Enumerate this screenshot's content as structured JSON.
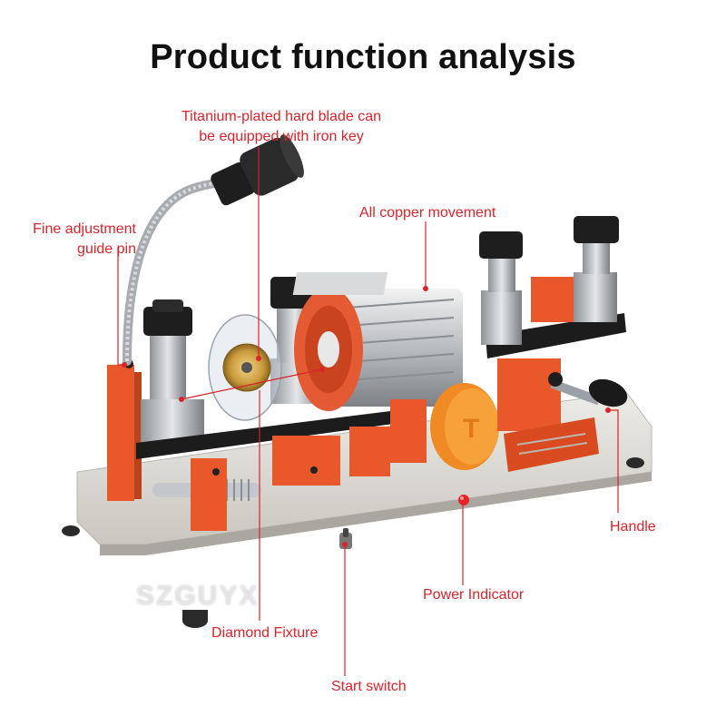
{
  "title": "Product function analysis",
  "callouts": {
    "blade_line1": "Titanium-plated hard blade can",
    "blade_line2": "be equipped with iron key",
    "guide_line1": "Fine adjustment",
    "guide_line2": "guide pin",
    "movement": "All copper movement",
    "handle": "Handle",
    "power_indicator": "Power Indicator",
    "diamond_fixture": "Diamond Fixture",
    "start_switch": "Start switch"
  },
  "watermark": "SZGUYX",
  "colors": {
    "accent": "#d8242b",
    "machine_orange": "#e8582a",
    "base_gray": "#dcdad2",
    "knob_black": "#1e1e1e",
    "metal": "#b8bcc0"
  }
}
